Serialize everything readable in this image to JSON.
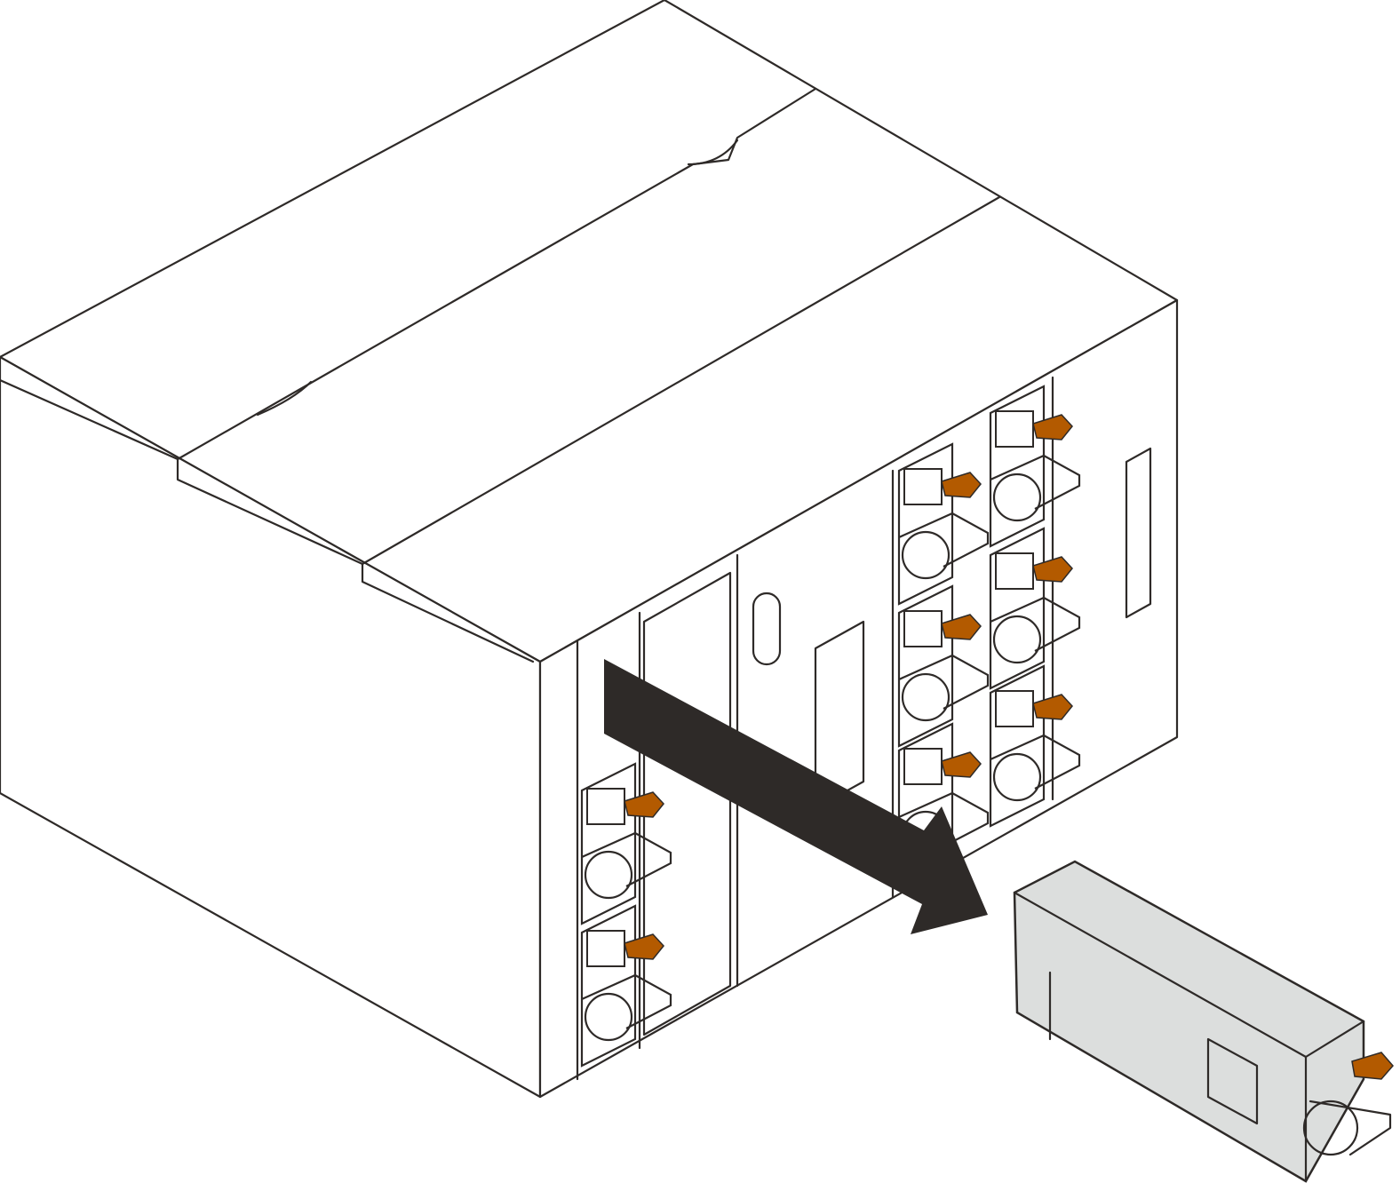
{
  "diagram": {
    "subject": "chassis-power-supply-removal",
    "colors": {
      "line": "#2e2a28",
      "release_tab": "#b35a00",
      "removed_unit_fill": "#dcdedd",
      "arrow": "#2e2a28",
      "background": "#ffffff"
    },
    "installed_power_supplies": 8,
    "removed_power_supplies": 1,
    "arrow_direction": "out-of-bay"
  }
}
